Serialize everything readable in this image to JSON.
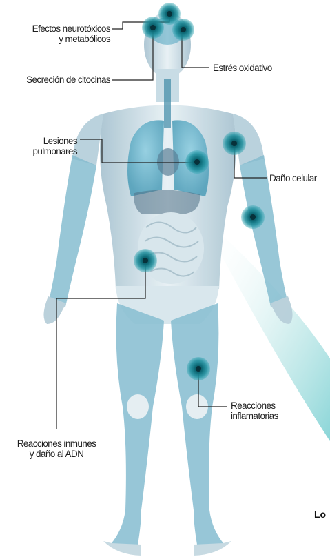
{
  "labels": {
    "neuro": [
      "Efectos neurotóxicos",
      "y metabólicos"
    ],
    "citocinas": "Secreción de citocinas",
    "estres": "Estrés oxidativo",
    "pulmon": [
      "Lesiones",
      "pulmonares"
    ],
    "celular": "Daño celular",
    "inflam": [
      "Reacciones",
      "inflamatorias"
    ],
    "inmunes": [
      "Reacciones inmunes",
      "y daño al ADN"
    ]
  },
  "footer_text": "Lo",
  "colors": {
    "marker": "#0e6a78",
    "marker_ring": "#2a9aab",
    "body_fill": "#c9dde6",
    "body_glow": "#6fb4c9",
    "leader": "#222222",
    "swoosh": "#7fd1d4"
  }
}
